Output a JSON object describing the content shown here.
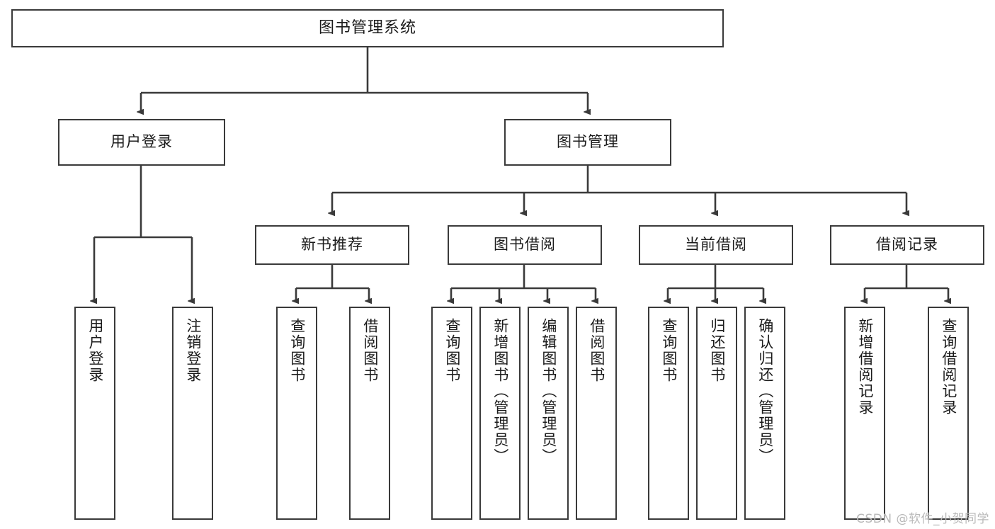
{
  "diagram": {
    "title": "图书管理系统",
    "type": "hierarchy-tree",
    "colors": {
      "stroke": "#3a3a3a",
      "fill": "#ffffff",
      "text": "#1b1b1b",
      "watermark": "#b9b9b9"
    },
    "root": {
      "label": "图书管理系统",
      "orientation": "horizontal"
    },
    "level2": [
      {
        "label": "用户登录",
        "orientation": "horizontal"
      },
      {
        "label": "图书管理",
        "orientation": "horizontal"
      }
    ],
    "level3": [
      {
        "label": "新书推荐",
        "orientation": "horizontal"
      },
      {
        "label": "图书借阅",
        "orientation": "horizontal"
      },
      {
        "label": "当前借阅",
        "orientation": "horizontal"
      },
      {
        "label": "借阅记录",
        "orientation": "horizontal"
      }
    ],
    "leaves": {
      "user_login": [
        {
          "label": "用户登录"
        },
        {
          "label": "注销登录"
        }
      ],
      "new_book_recommend": [
        {
          "label": "查询图书"
        },
        {
          "label": "借阅图书"
        }
      ],
      "book_borrow": [
        {
          "label": "查询图书"
        },
        {
          "label": "新增图书（管理员）"
        },
        {
          "label": "编辑图书（管理员）"
        },
        {
          "label": "借阅图书"
        }
      ],
      "current_borrow": [
        {
          "label": "查询图书"
        },
        {
          "label": "归还图书"
        },
        {
          "label": "确认归还（管理员）"
        }
      ],
      "borrow_record": [
        {
          "label": "新增借阅记录"
        },
        {
          "label": "查询借阅记录"
        }
      ]
    }
  },
  "watermark": {
    "text": "CSDN @软件_小贺同学"
  }
}
